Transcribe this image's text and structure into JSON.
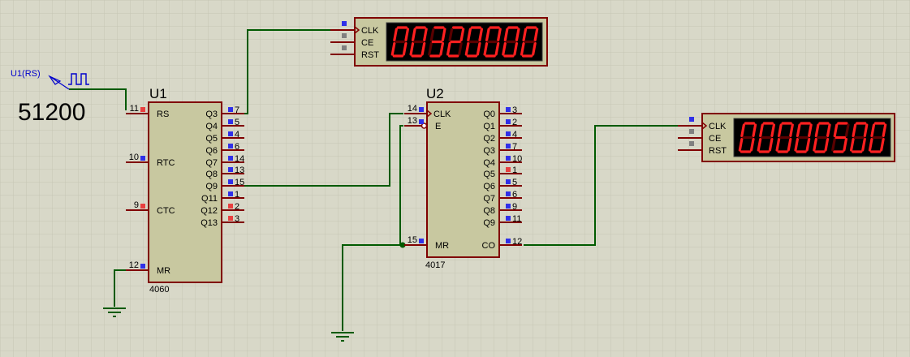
{
  "generator": {
    "label": "U1(RS)",
    "frequency": "51200"
  },
  "u1": {
    "ref": "U1",
    "part": "4060",
    "left_pins": [
      {
        "num": "11",
        "name": "RS",
        "state": "red"
      },
      {
        "num": "10",
        "name": "RTC",
        "state": "blue"
      },
      {
        "num": "9",
        "name": "CTC",
        "state": "red"
      },
      {
        "num": "12",
        "name": "MR",
        "state": "blue"
      }
    ],
    "right_pins": [
      {
        "name": "Q3",
        "num": "7",
        "state": "blue"
      },
      {
        "name": "Q4",
        "num": "5",
        "state": "blue"
      },
      {
        "name": "Q5",
        "num": "4",
        "state": "blue"
      },
      {
        "name": "Q6",
        "num": "6",
        "state": "blue"
      },
      {
        "name": "Q7",
        "num": "14",
        "state": "blue"
      },
      {
        "name": "Q8",
        "num": "13",
        "state": "blue"
      },
      {
        "name": "Q9",
        "num": "15",
        "state": "blue"
      },
      {
        "name": "Q11",
        "num": "1",
        "state": "blue"
      },
      {
        "name": "Q12",
        "num": "2",
        "state": "red"
      },
      {
        "name": "Q13",
        "num": "3",
        "state": "red"
      }
    ]
  },
  "u2": {
    "ref": "U2",
    "part": "4017",
    "left_pins": [
      {
        "num": "14",
        "name": "CLK",
        "state": "blue"
      },
      {
        "num": "13",
        "name": "E",
        "state": "blue"
      },
      {
        "num": "15",
        "name": "MR",
        "state": "blue"
      }
    ],
    "right_pins": [
      {
        "name": "Q0",
        "num": "3",
        "state": "blue"
      },
      {
        "name": "Q1",
        "num": "2",
        "state": "blue"
      },
      {
        "name": "Q2",
        "num": "4",
        "state": "blue"
      },
      {
        "name": "Q3",
        "num": "7",
        "state": "blue"
      },
      {
        "name": "Q4",
        "num": "10",
        "state": "blue"
      },
      {
        "name": "Q5",
        "num": "1",
        "state": "red"
      },
      {
        "name": "Q6",
        "num": "5",
        "state": "blue"
      },
      {
        "name": "Q7",
        "num": "6",
        "state": "blue"
      },
      {
        "name": "Q8",
        "num": "9",
        "state": "blue"
      },
      {
        "name": "Q9",
        "num": "11",
        "state": "blue"
      },
      {
        "name": "CO",
        "num": "12",
        "state": "blue"
      }
    ]
  },
  "counter1": {
    "pins": [
      "CLK",
      "CE",
      "RST"
    ],
    "reading": "00320000"
  },
  "counter2": {
    "pins": [
      "CLK",
      "CE",
      "RST"
    ],
    "reading": "00000500"
  },
  "colors": {
    "background": "#d8d8c8",
    "grid": "#c8c8b8",
    "wire": "#005a00",
    "pin": "#800000",
    "chip_fill": "#c8c8a0",
    "chip_border": "#800000",
    "label_blue": "#0000cc",
    "state_high": "#e84040",
    "state_low": "#3030e8",
    "state_undefined": "#808080",
    "lcd_on": "#ff2020",
    "lcd_off": "#5a0000",
    "lcd_bg": "#000000"
  }
}
